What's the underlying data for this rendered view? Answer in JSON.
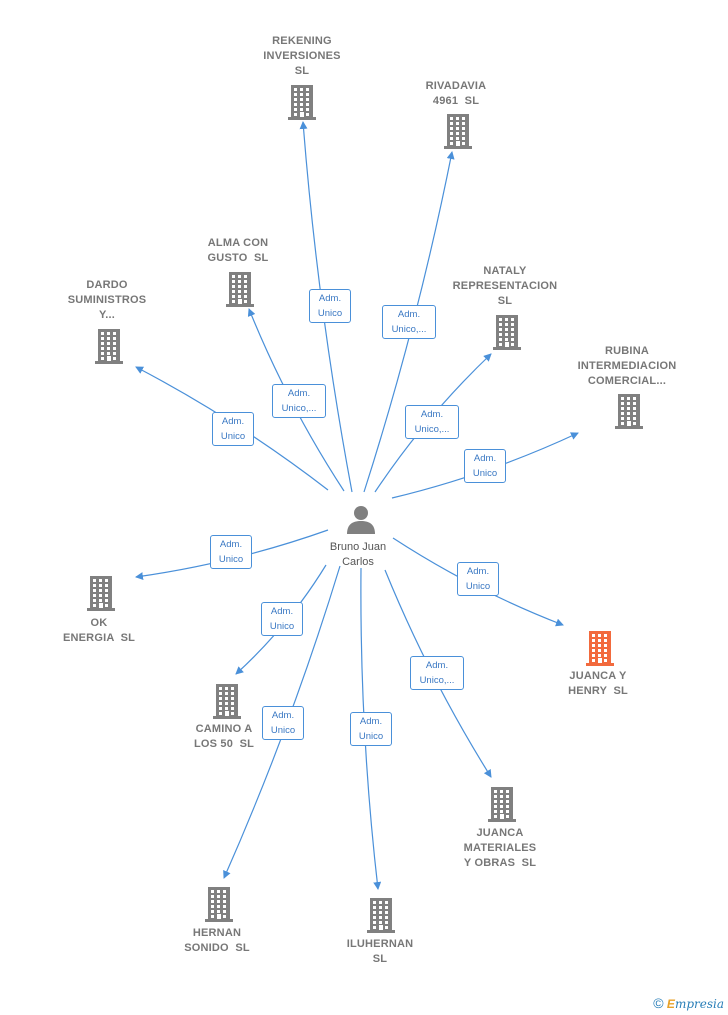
{
  "colors": {
    "edge": "#4a90d9",
    "building": "#808080",
    "building_highlight": "#f26a3d",
    "person": "#808080",
    "label": "#777777"
  },
  "center": {
    "label_lines": [
      "Bruno Juan",
      "Carlos"
    ],
    "icon": "person-icon"
  },
  "companies": [
    {
      "id": "rekening",
      "lines": [
        "REKENING",
        "INVERSIONES",
        "SL"
      ],
      "edge": [
        "Adm.",
        "Unico"
      ],
      "icon": "building-icon",
      "highlight": false
    },
    {
      "id": "rivadavia",
      "lines": [
        "RIVADAVIA",
        "4961  SL"
      ],
      "edge": [
        "Adm.",
        "Unico,..."
      ],
      "icon": "building-icon",
      "highlight": false
    },
    {
      "id": "alma",
      "lines": [
        "ALMA CON",
        "GUSTO  SL"
      ],
      "edge": [
        "Adm.",
        "Unico,..."
      ],
      "icon": "building-icon",
      "highlight": false
    },
    {
      "id": "dardo",
      "lines": [
        "DARDO",
        "SUMINISTROS",
        "Y..."
      ],
      "edge": [
        "Adm.",
        "Unico"
      ],
      "icon": "building-icon",
      "highlight": false
    },
    {
      "id": "nataly",
      "lines": [
        "NATALY",
        "REPRESENTACION",
        "SL"
      ],
      "edge": [
        "Adm.",
        "Unico,..."
      ],
      "icon": "building-icon",
      "highlight": false
    },
    {
      "id": "rubina",
      "lines": [
        "RUBINA",
        "INTERMEDIACION",
        "COMERCIAL..."
      ],
      "edge": [
        "Adm.",
        "Unico"
      ],
      "icon": "building-icon",
      "highlight": false
    },
    {
      "id": "ok",
      "lines": [
        "OK",
        "ENERGIA  SL"
      ],
      "edge": [
        "Adm.",
        "Unico"
      ],
      "icon": "building-icon",
      "highlight": false
    },
    {
      "id": "juanca_henry",
      "lines": [
        "JUANCA Y",
        "HENRY  SL"
      ],
      "edge": [
        "Adm.",
        "Unico"
      ],
      "icon": "building-icon",
      "highlight": true
    },
    {
      "id": "camino",
      "lines": [
        "CAMINO A",
        "LOS 50  SL"
      ],
      "edge": [
        "Adm.",
        "Unico"
      ],
      "icon": "building-icon",
      "highlight": false
    },
    {
      "id": "juanca_materiales",
      "lines": [
        "JUANCA",
        "MATERIALES",
        "Y OBRAS  SL"
      ],
      "edge": [
        "Adm.",
        "Unico,..."
      ],
      "icon": "building-icon",
      "highlight": false
    },
    {
      "id": "hernan",
      "lines": [
        "HERNAN",
        "SONIDO  SL"
      ],
      "edge": [
        "Adm.",
        "Unico"
      ],
      "icon": "building-icon",
      "highlight": false
    },
    {
      "id": "iluhernan",
      "lines": [
        "ILUHERNAN",
        "SL"
      ],
      "edge": [
        "Adm.",
        "Unico"
      ],
      "icon": "building-icon",
      "highlight": false
    }
  ],
  "footer": {
    "copyright_symbol": "©",
    "brand_first": "E",
    "brand_rest": "mpresia"
  }
}
